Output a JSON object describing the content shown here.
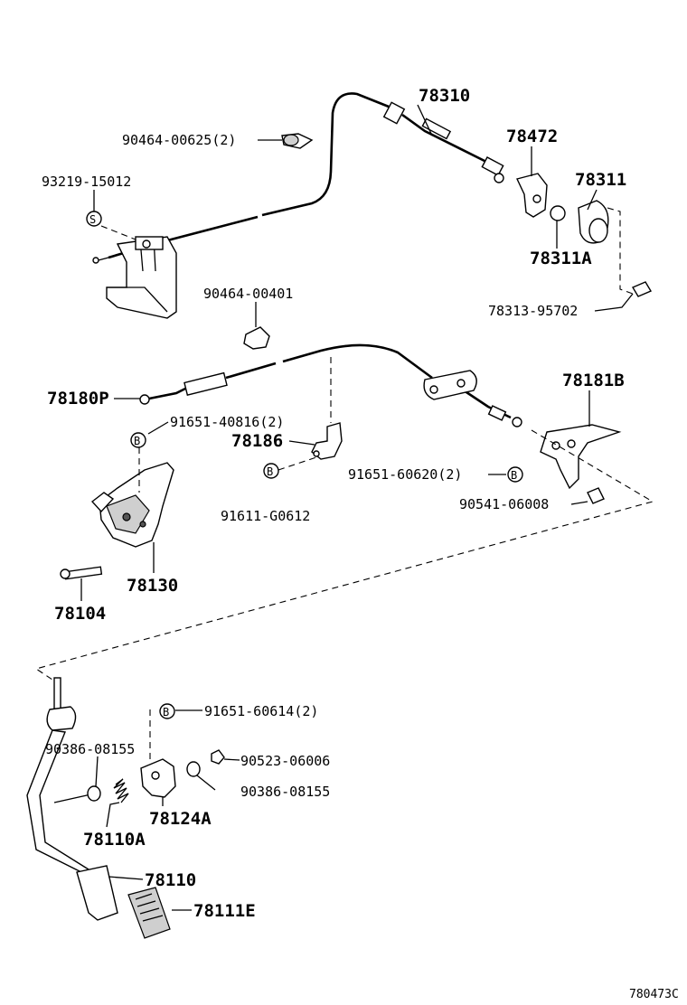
{
  "labels": {
    "p78310": "78310",
    "p90464_00625": "90464-00625(2)",
    "p78472": "78472",
    "p93219_15012": "93219-15012",
    "p78311": "78311",
    "p78311A": "78311A",
    "p90464_00401": "90464-00401",
    "p78313_95702": "78313-95702",
    "p78181B": "78181B",
    "p78180P": "78180P",
    "p91651_40816": "91651-40816(2)",
    "p78186": "78186",
    "p91651_60620": "91651-60620(2)",
    "p90541_06008": "90541-06008",
    "p91611_G0612": "91611-G0612",
    "p78130": "78130",
    "p78104": "78104",
    "p91651_60614": "91651-60614(2)",
    "p90386_08155_a": "90386-08155",
    "p90523_06006": "90523-06006",
    "p90386_08155_b": "90386-08155",
    "p78124A": "78124A",
    "p78110A": "78110A",
    "p78110": "78110",
    "p78111E": "78111E"
  },
  "symbols": {
    "s": "S",
    "b": "B"
  },
  "figure_code": "780473C"
}
